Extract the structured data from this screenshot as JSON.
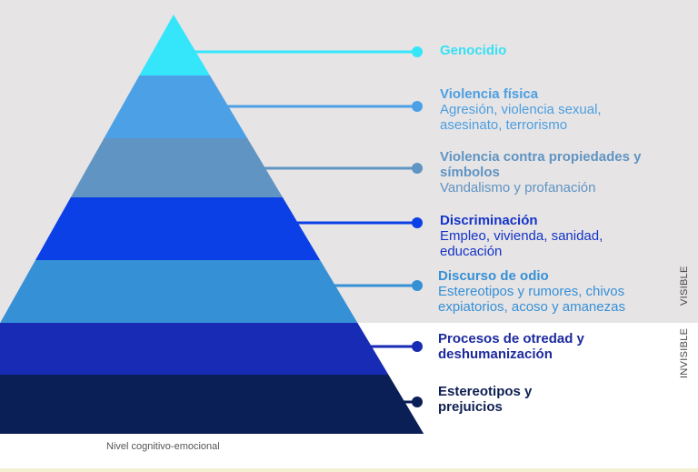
{
  "levels": [
    {
      "title": "Genocidio",
      "desc": "",
      "color": "#35e6fb"
    },
    {
      "title": "Violencia física",
      "desc": "Agresión, violencia sexual, asesinato, terrorismo",
      "color": "#4ca1e6"
    },
    {
      "title": "Violencia contra propiedades y símbolos",
      "desc": "Vandalismo y profanación",
      "color": "#5f94c3"
    },
    {
      "title": "Discriminación",
      "desc": "Empleo, vivienda, sanidad, educación",
      "color": "#0b40e6"
    },
    {
      "title": "Discurso de odio",
      "desc": "Estereotipos y rumores, chivos expiatorios, acoso y amanezas",
      "color": "#3590d6"
    },
    {
      "title": "Procesos de otredad y deshumanización",
      "desc": "",
      "color": "#182bb5"
    },
    {
      "title": "Estereotipos y prejuicios",
      "desc": "",
      "color": "#0b1f57"
    }
  ],
  "side_labels": {
    "visible": "VISIBLE",
    "invisible": "INVISIBLE"
  },
  "axis_label": "Nivel cognitivo-emocional"
}
